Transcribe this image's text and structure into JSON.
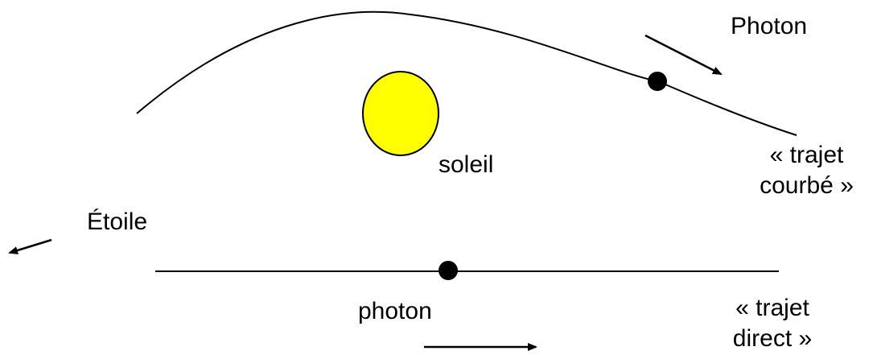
{
  "labels": {
    "photon_top": "Photon",
    "sun": "soleil",
    "curved_path_line1": "« trajet",
    "curved_path_line2": "courbé »",
    "star": "Étoile",
    "photon_bottom": "photon",
    "direct_path_line1": "« trajet",
    "direct_path_line2": "direct »"
  },
  "colors": {
    "sun_fill": "#ffff00",
    "sun_stroke": "#000000",
    "line": "#000000",
    "photon_dot": "#000000",
    "background": "#ffffff"
  }
}
